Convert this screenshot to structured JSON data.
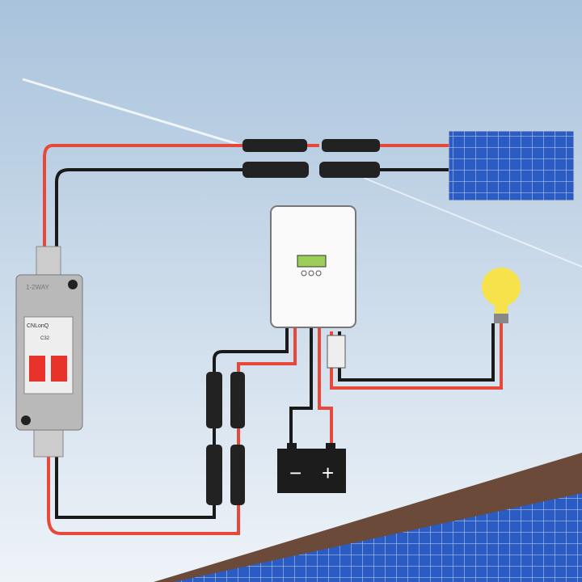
{
  "breaker_box": {
    "label": "1-2WAY",
    "brand": "CNLonQ",
    "rating": "C32"
  },
  "battery": {
    "minus": "−",
    "plus": "+"
  },
  "colors": {
    "red_wire": "#e8483a",
    "black_wire": "#1a1a1a",
    "sky_top": "#a9c3dc",
    "sky_bottom": "#eef3f8",
    "panel": "#2a5cc4",
    "bulb": "#f6e24a"
  }
}
